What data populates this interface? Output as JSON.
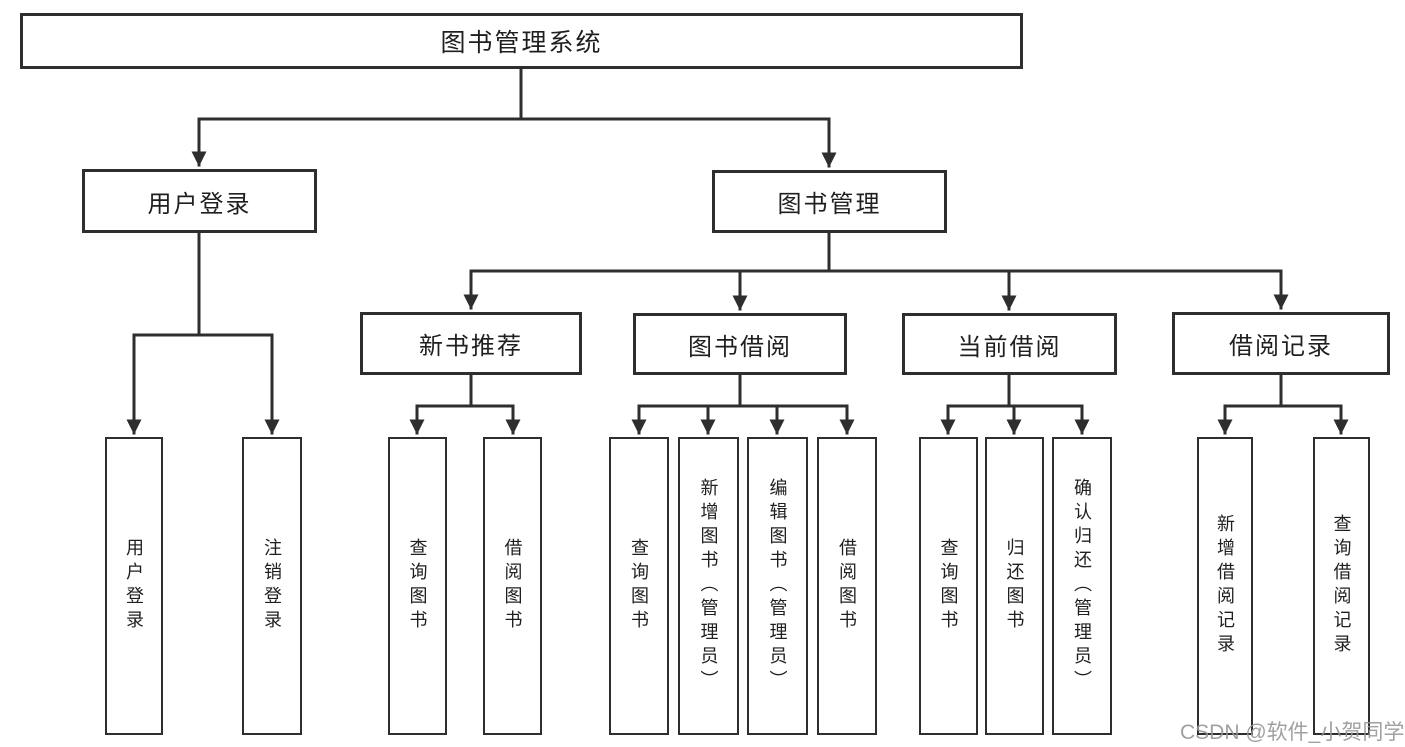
{
  "diagram": {
    "root": {
      "label": "图书管理系统"
    },
    "level2": [
      {
        "label": "用户登录"
      },
      {
        "label": "图书管理"
      }
    ],
    "level3": [
      {
        "label": "新书推荐"
      },
      {
        "label": "图书借阅"
      },
      {
        "label": "当前借阅"
      },
      {
        "label": "借阅记录"
      }
    ],
    "leaves": {
      "user_login_group": [
        {
          "label": "用户登录"
        },
        {
          "label": "注销登录"
        }
      ],
      "new_book_group": [
        {
          "label": "查询图书"
        },
        {
          "label": "借阅图书"
        }
      ],
      "book_borrow_group": [
        {
          "label": "查询图书"
        },
        {
          "label": "新增图书（管理员）"
        },
        {
          "label": "编辑图书（管理员）"
        },
        {
          "label": "借阅图书"
        }
      ],
      "current_borrow_group": [
        {
          "label": "查询图书"
        },
        {
          "label": "归还图书"
        },
        {
          "label": "确认归还（管理员）"
        }
      ],
      "records_group": [
        {
          "label": "新增借阅记录"
        },
        {
          "label": "查询借阅记录"
        }
      ]
    }
  },
  "watermark": {
    "text": "CSDN @软件_小贺同学"
  },
  "colors": {
    "line": "#2e2e2e",
    "text": "#1f1f1f",
    "box_fill": "#ffffff",
    "watermark": "#969696"
  }
}
